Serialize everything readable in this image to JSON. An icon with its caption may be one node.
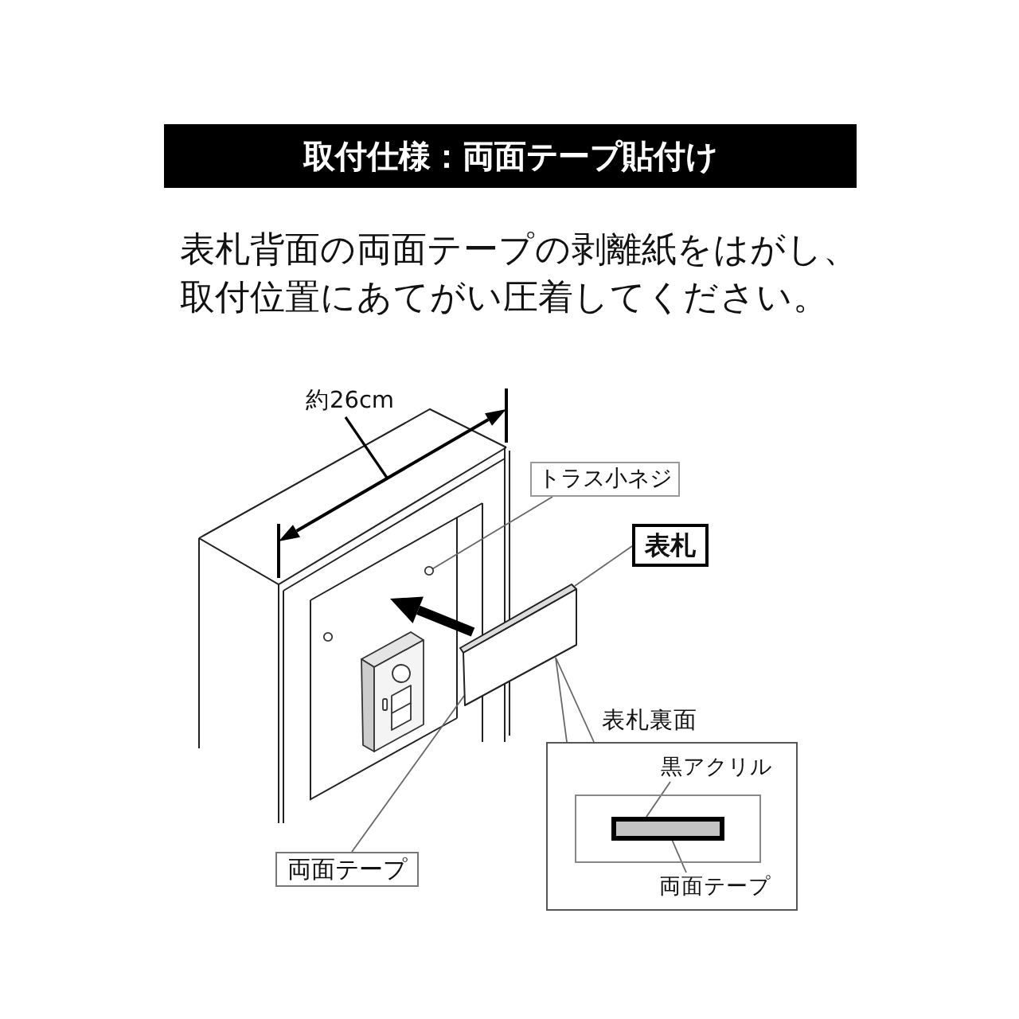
{
  "diagram": {
    "title": "取付仕様：両面テープ貼付け",
    "nodes": [
      {
        "text": [
          "トラス小ネジ"
        ]
      },
      {
        "text": [],
        "shape": "circle"
      },
      {
        "text": [
          "表札"
        ]
      },
      {
        "text": [],
        "shape": "box"
      },
      {
        "text": [
          "表札裏面"
        ]
      },
      {
        "text": [],
        "shape": "box",
        "in": 4
      },
      {
        "text": [
          "黒アクリル"
        ],
        "in": 4
      },
      {
        "text": [],
        "shape": "box",
        "in": 5
      },
      {
        "text": [],
        "shape": "box",
        "in": 7
      },
      {
        "text": [
          "両面テープ"
        ],
        "in": 4
      },
      {
        "text": [
          "両面テープ"
        ]
      }
    ],
    "edges": [
      {
        "from": 0,
        "to": 1,
        "arrow": "none"
      },
      {
        "from": 2,
        "to": 3,
        "arrow": "none"
      },
      {
        "from": 4,
        "to": 3,
        "arrow": "none"
      },
      {
        "from": 6,
        "to": 7,
        "arrow": "none"
      },
      {
        "from": 9,
        "to": 8,
        "arrow": "none"
      },
      {
        "from": 10,
        "to": 3,
        "arrow": "none"
      }
    ],
    "labels": [
      "表札背面の両面テープの剥離紙をはがし、取付位置にあてがい圧着してください。",
      "約26cm"
    ]
  }
}
